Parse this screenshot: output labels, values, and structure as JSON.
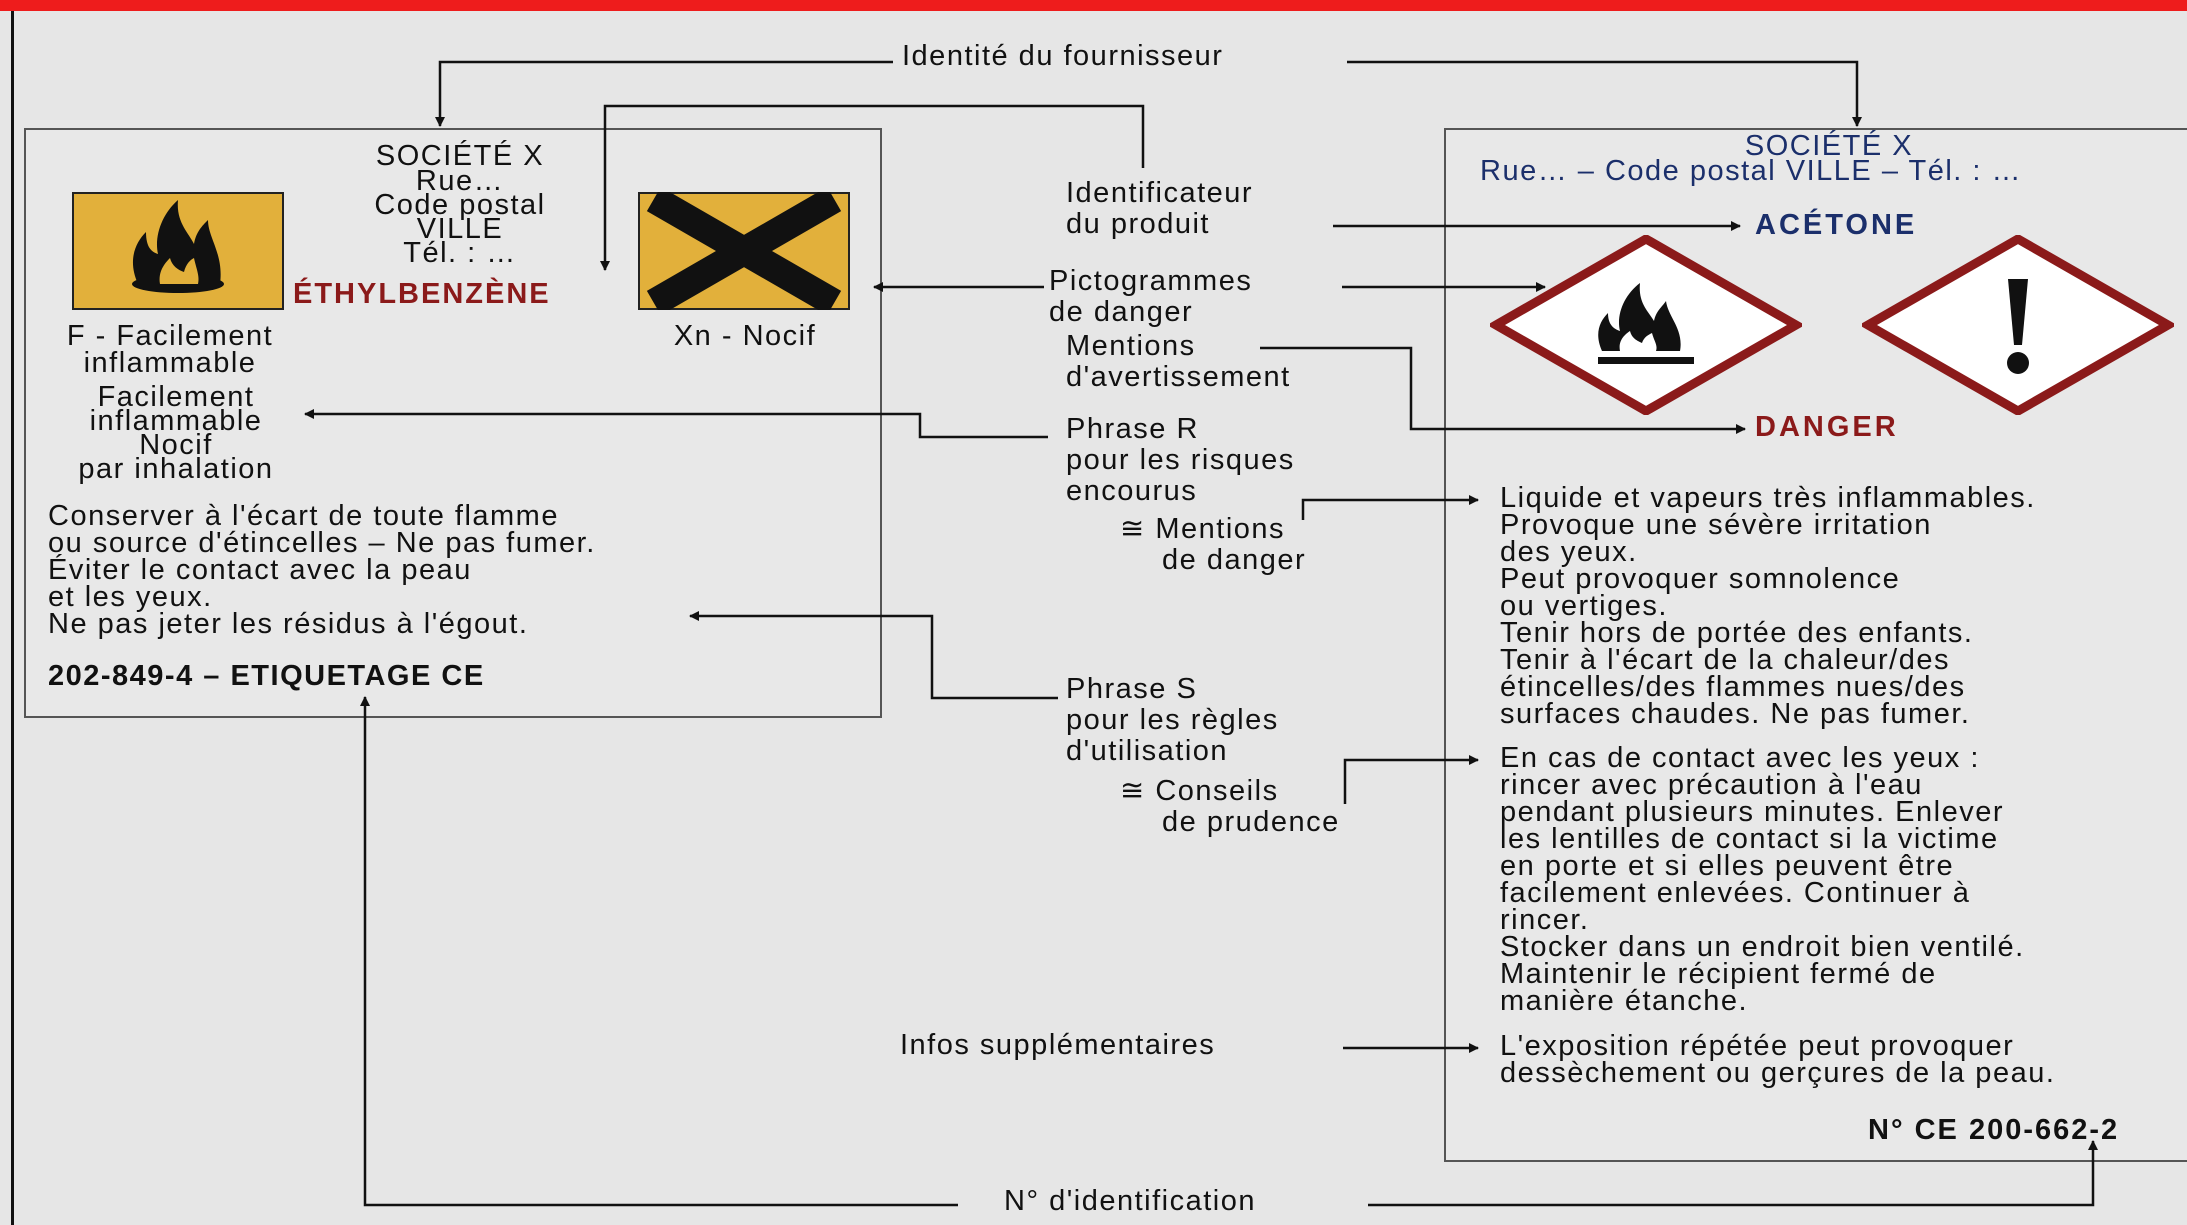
{
  "colors": {
    "frame_red": "#ee1c1c",
    "pictogram_orange": "#e2b03b",
    "ghs_red": "#8b1a1a",
    "navy": "#1b2f6b"
  },
  "icons": {
    "old_flame": "flame-icon",
    "old_cross": "cross-icon",
    "ghs_flame": "ghs-flame-icon",
    "ghs_exclamation": "ghs-exclamation-icon"
  },
  "old_label": {
    "company": "SOCIÉTÉ X",
    "street": "Rue…",
    "postal": "Code postal",
    "city": "VILLE",
    "phone": "Tél. : …",
    "product": "ÉTHYLBENZÈNE",
    "flame_caption": [
      "F - Facilement",
      "inflammable"
    ],
    "cross_caption": "Xn - Nocif",
    "r_phrase": [
      "Facilement",
      "inflammable",
      "Nocif",
      "par inhalation"
    ],
    "s_phrase": [
      "Conserver à l'écart de toute flamme",
      "ou source d'étincelles – Ne pas fumer.",
      "Éviter le contact avec la peau",
      "et les yeux.",
      "Ne pas jeter les résidus à l'égout."
    ],
    "ce_number": "202-849-4 – ETIQUETAGE CE"
  },
  "new_label": {
    "company": "SOCIÉTÉ X",
    "address": "Rue… – Code postal VILLE – Tél. : …",
    "product": "ACÉTONE",
    "signal_word": "DANGER",
    "hazard": [
      "Liquide et vapeurs très inflammables.",
      "Provoque une sévère irritation",
      "des yeux.",
      "Peut provoquer somnolence",
      "ou vertiges.",
      "Tenir hors de portée des enfants.",
      "Tenir à l'écart de la chaleur/des",
      "étincelles/des flammes nues/des",
      "surfaces chaudes. Ne pas fumer."
    ],
    "precaution": [
      "En cas de contact avec les yeux :",
      "rincer avec précaution à l'eau",
      "pendant plusieurs minutes. Enlever",
      "les lentilles de contact si la victime",
      "en porte et si elles peuvent être",
      "facilement enlevées. Continuer à",
      "rincer.",
      "Stocker dans un endroit bien ventilé.",
      "Maintenir le récipient fermé de",
      "manière étanche."
    ],
    "extra": [
      "L'exposition répétée peut provoquer",
      "dessèchement ou gerçures de la peau."
    ],
    "ce_number": "N° CE 200-662-2"
  },
  "callouts": {
    "supplier": "Identité du fournisseur",
    "product_id": [
      "Identificateur",
      "du produit"
    ],
    "pictograms": [
      "Pictogrammes",
      "de danger"
    ],
    "signal": [
      "Mentions",
      "d'avertissement"
    ],
    "r_phrase": [
      "Phrase R",
      "pour les risques",
      "encourus"
    ],
    "hazard_statements": [
      "≅ Mentions",
      "de danger"
    ],
    "s_phrase": [
      "Phrase S",
      "pour les règles",
      "d'utilisation"
    ],
    "precautionary": [
      "≅ Conseils",
      "de prudence"
    ],
    "extra_info": "Infos supplémentaires",
    "id_number": "N° d'identification"
  }
}
